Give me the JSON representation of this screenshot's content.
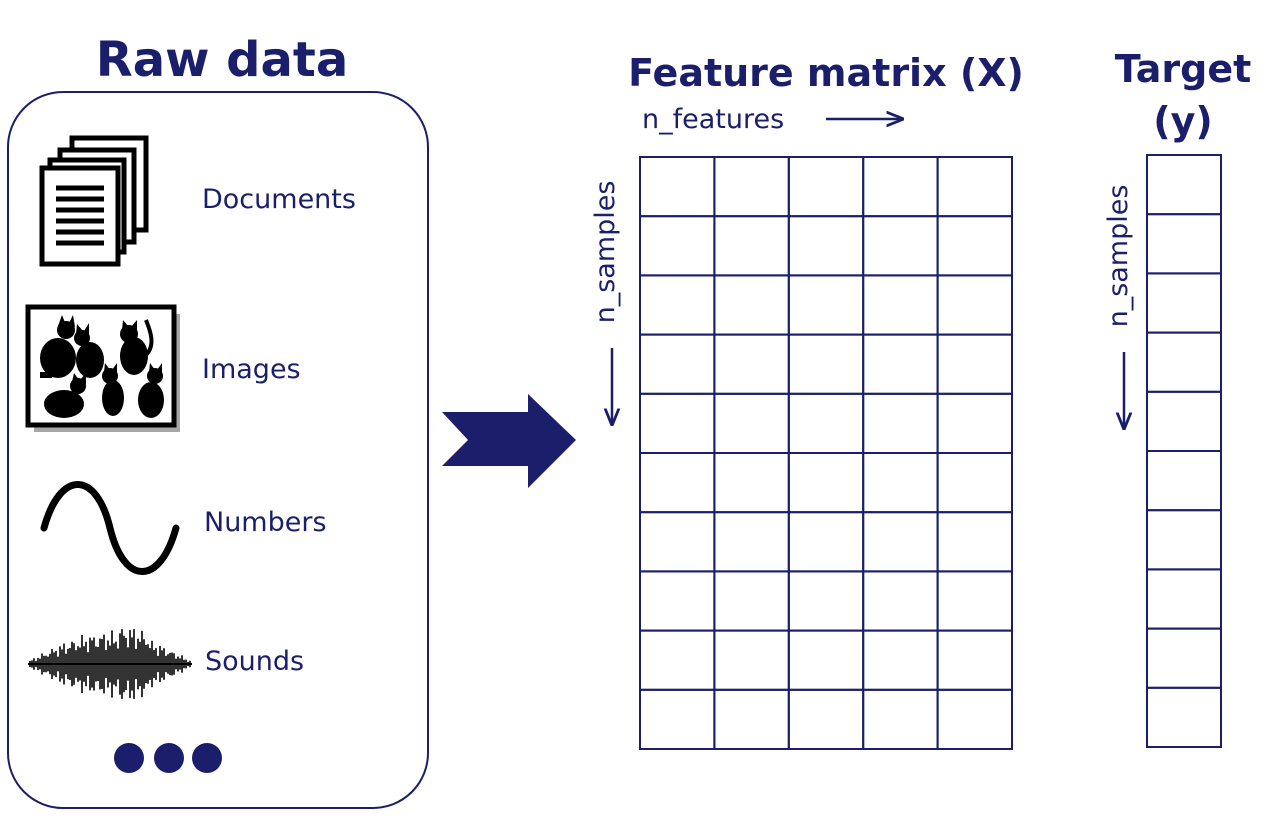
{
  "raw_data": {
    "title": "Raw data",
    "items": [
      {
        "label": "Documents",
        "icon": "documents-icon"
      },
      {
        "label": "Images",
        "icon": "cats-image-icon"
      },
      {
        "label": "Numbers",
        "icon": "sine-wave-icon"
      },
      {
        "label": "Sounds",
        "icon": "sound-waveform-icon"
      }
    ],
    "more_icon": "ellipsis-dots-icon"
  },
  "arrow_icon": "right-arrow-icon",
  "feature_matrix": {
    "title": "Feature matrix (X)",
    "columns_label": "n_features",
    "rows_label": "n_samples",
    "rows": 10,
    "cols": 5
  },
  "target": {
    "title_line1": "Target",
    "title_line2": "(y)",
    "rows_label": "n_samples",
    "rows": 10
  },
  "colors": {
    "navy": "#1b1f6b",
    "black": "#000000",
    "background": "#ffffff"
  }
}
